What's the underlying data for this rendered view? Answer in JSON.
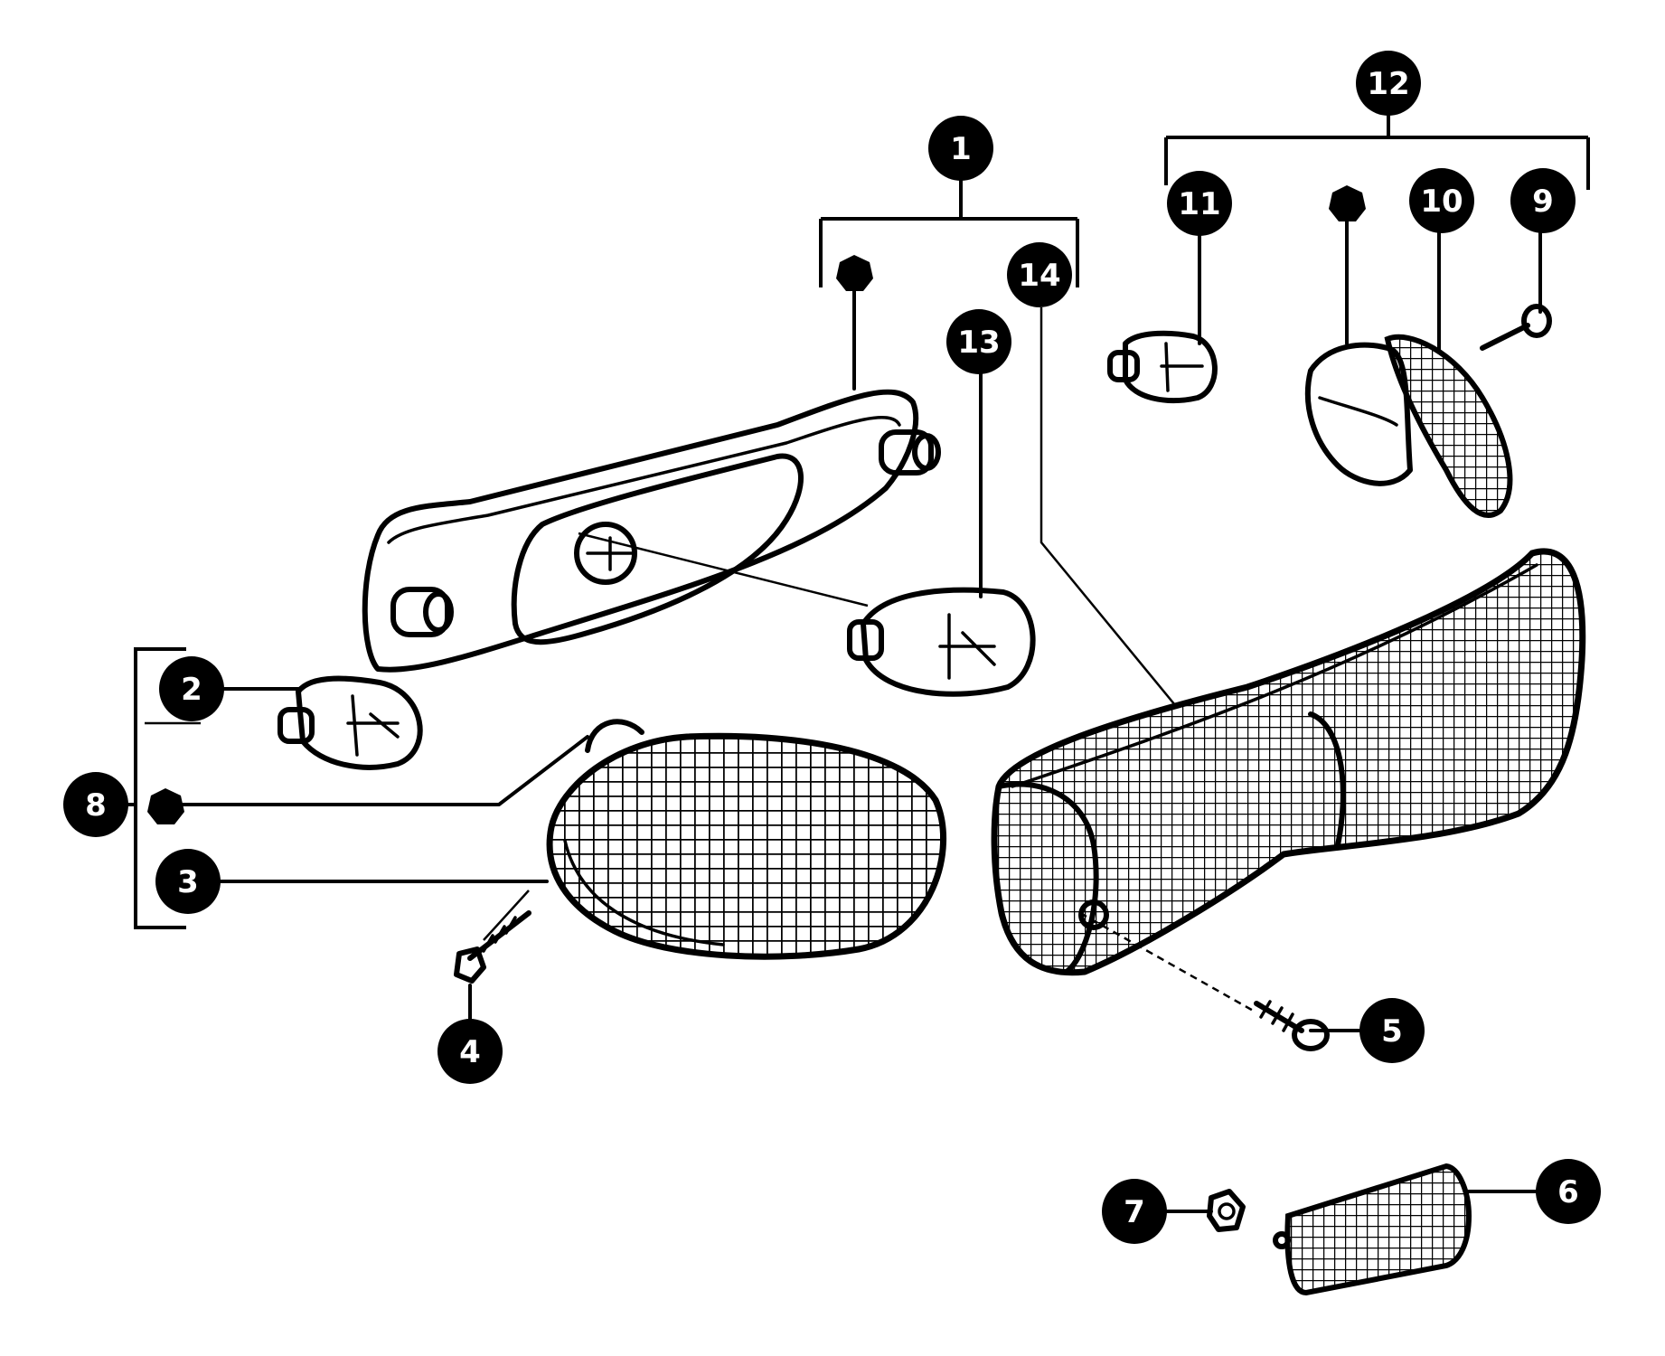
{
  "diagram": {
    "callouts": [
      {
        "id": "1",
        "label": "1"
      },
      {
        "id": "2",
        "label": "2"
      },
      {
        "id": "3",
        "label": "3"
      },
      {
        "id": "4",
        "label": "4"
      },
      {
        "id": "5",
        "label": "5"
      },
      {
        "id": "6",
        "label": "6"
      },
      {
        "id": "7",
        "label": "7"
      },
      {
        "id": "8",
        "label": "8"
      },
      {
        "id": "9",
        "label": "9"
      },
      {
        "id": "10",
        "label": "10"
      },
      {
        "id": "11",
        "label": "11"
      },
      {
        "id": "12",
        "label": "12"
      },
      {
        "id": "13",
        "label": "13"
      },
      {
        "id": "14",
        "label": "14"
      }
    ],
    "colors": {
      "ink": "#000000",
      "paper": "#ffffff"
    }
  }
}
